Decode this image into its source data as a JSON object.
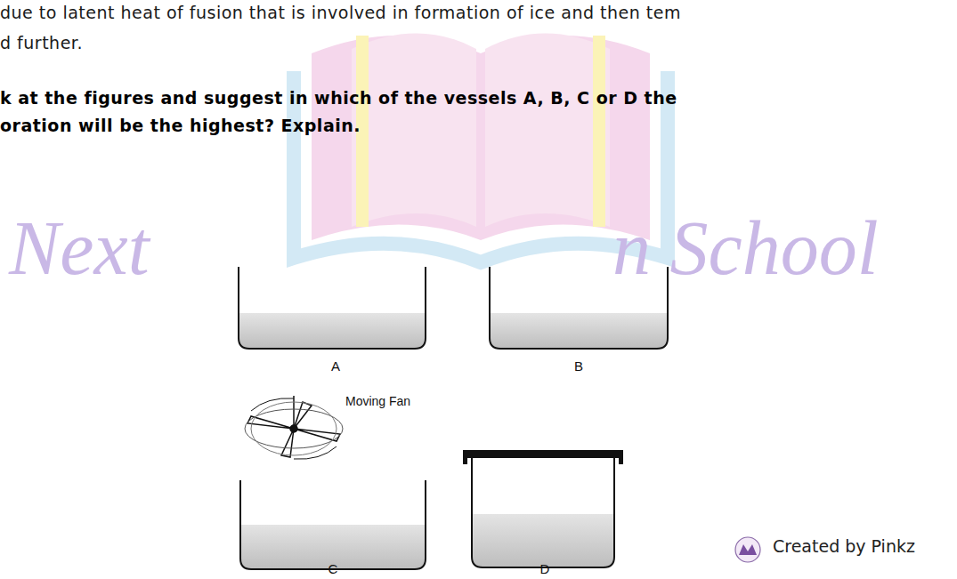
{
  "diagram": {
    "labels": [
      "due to latent heat of fusion that is involved in formation of ice and then tem",
      "d further.",
      "k at the figures and suggest in which of the vessels A, B, C or D the",
      "oration will be the highest? Explain.",
      "Next",
      "n School",
      "A",
      "B",
      "Moving Fan",
      "C",
      "D",
      "Created by Pinkz"
    ]
  }
}
